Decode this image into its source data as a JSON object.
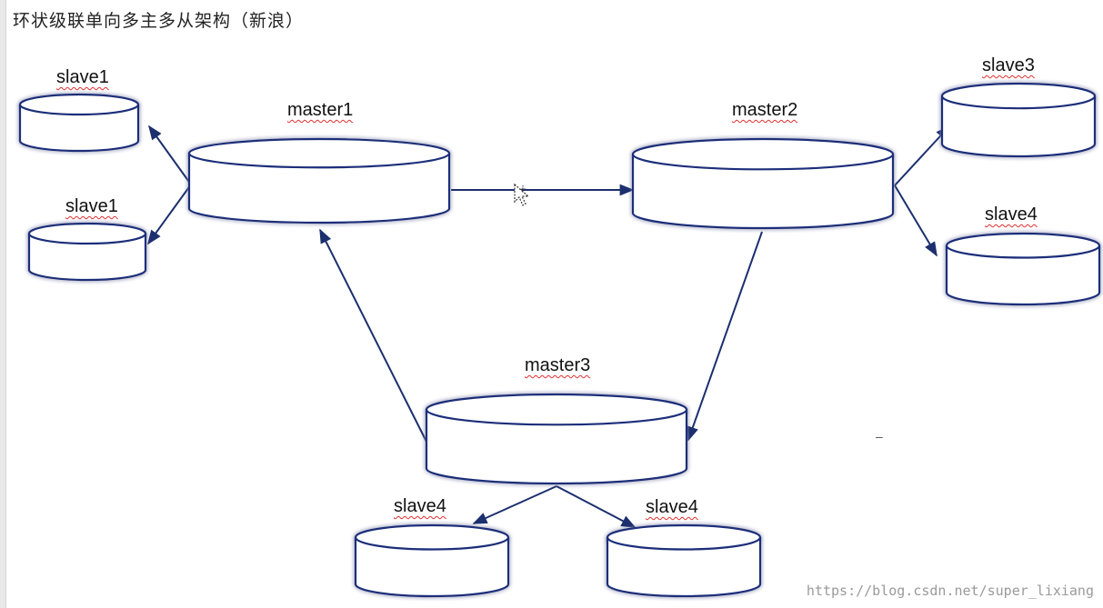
{
  "title": "环状级联单向多主多从架构（新浪）",
  "nodes": {
    "master1": "master1",
    "master2": "master2",
    "master3": "master3",
    "slave_top_left": "slave1",
    "slave_mid_left": "slave1",
    "slave_top_right": "slave3",
    "slave_mid_right": "slave4",
    "slave_bottom_left": "slave4",
    "slave_bottom_right": "slave4"
  },
  "edges": [
    {
      "from": "master1",
      "to": "master2"
    },
    {
      "from": "master2",
      "to": "master3"
    },
    {
      "from": "master3",
      "to": "master1"
    },
    {
      "from": "master1",
      "to": "slave_top_left"
    },
    {
      "from": "master1",
      "to": "slave_mid_left"
    },
    {
      "from": "master2",
      "to": "slave_top_right"
    },
    {
      "from": "master2",
      "to": "slave_mid_right"
    },
    {
      "from": "master3",
      "to": "slave_bottom_left"
    },
    {
      "from": "master3",
      "to": "slave_bottom_right"
    }
  ],
  "dash_mark": "–",
  "watermark": "https://blog.csdn.net/super_lixiang",
  "icons": {
    "cursor": "mouse-pointer-icon"
  },
  "colors": {
    "outline": "#1a2f7a",
    "glow": "#7fa6ee",
    "arrow": "#1c2f6e",
    "label_underline": "#e03030"
  }
}
